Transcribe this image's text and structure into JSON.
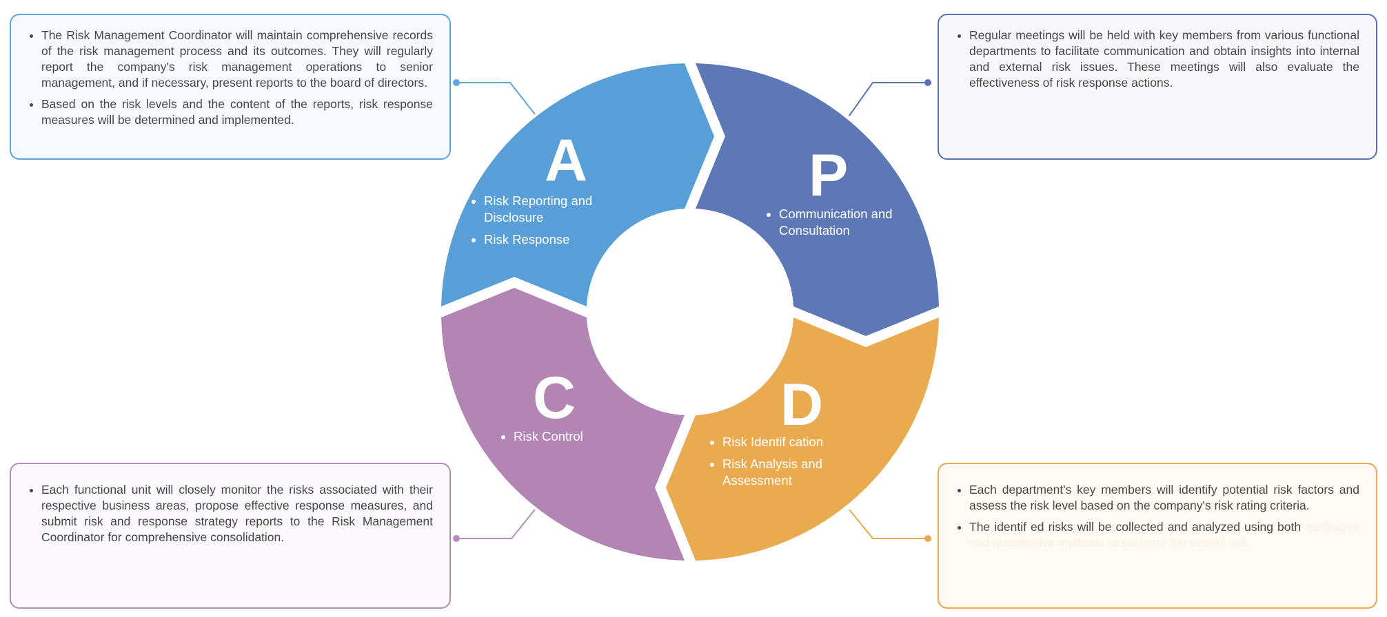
{
  "colors": {
    "A": "#579fd6",
    "P": "#5e77b7",
    "D": "#eaaa4f",
    "C": "#b385b5"
  },
  "segments": {
    "A": {
      "letter": "A",
      "items": [
        "Risk Reporting and Disclosure",
        "Risk Response"
      ]
    },
    "P": {
      "letter": "P",
      "items": [
        "Communication and Consultation"
      ]
    },
    "D": {
      "letter": "D",
      "items": [
        "Risk Identif cation",
        "Risk Analysis and Assessment"
      ]
    },
    "C": {
      "letter": "C",
      "items": [
        "Risk Control"
      ]
    }
  },
  "boxes": {
    "A": [
      "The Risk Management Coordinator will maintain comprehensive records of the risk management process and its outcomes. They will regularly report the company's risk management operations to senior management, and if necessary, present reports to the board of directors.",
      "Based on the risk levels and the content of the reports, risk response measures will be determined and implemented."
    ],
    "P": [
      "Regular meetings will be held with key members from various functional departments to facilitate communication and obtain insights into internal and external risk issues. These meetings will also evaluate the effectiveness of risk response actions."
    ],
    "C": [
      "Each functional unit will closely monitor the risks associated with their respective business areas, propose effective response measures, and submit risk and response strategy reports to the Risk Management Coordinator for comprehensive consolidation."
    ],
    "D": [
      "Each department's key members will identify potential risk factors and assess the risk level based on the company's risk rating criteria.",
      "The identif ed risks will be collected and analyzed using both"
    ],
    "D_faint": "qualitative and quantitative methods to evaluate the overall risk."
  }
}
